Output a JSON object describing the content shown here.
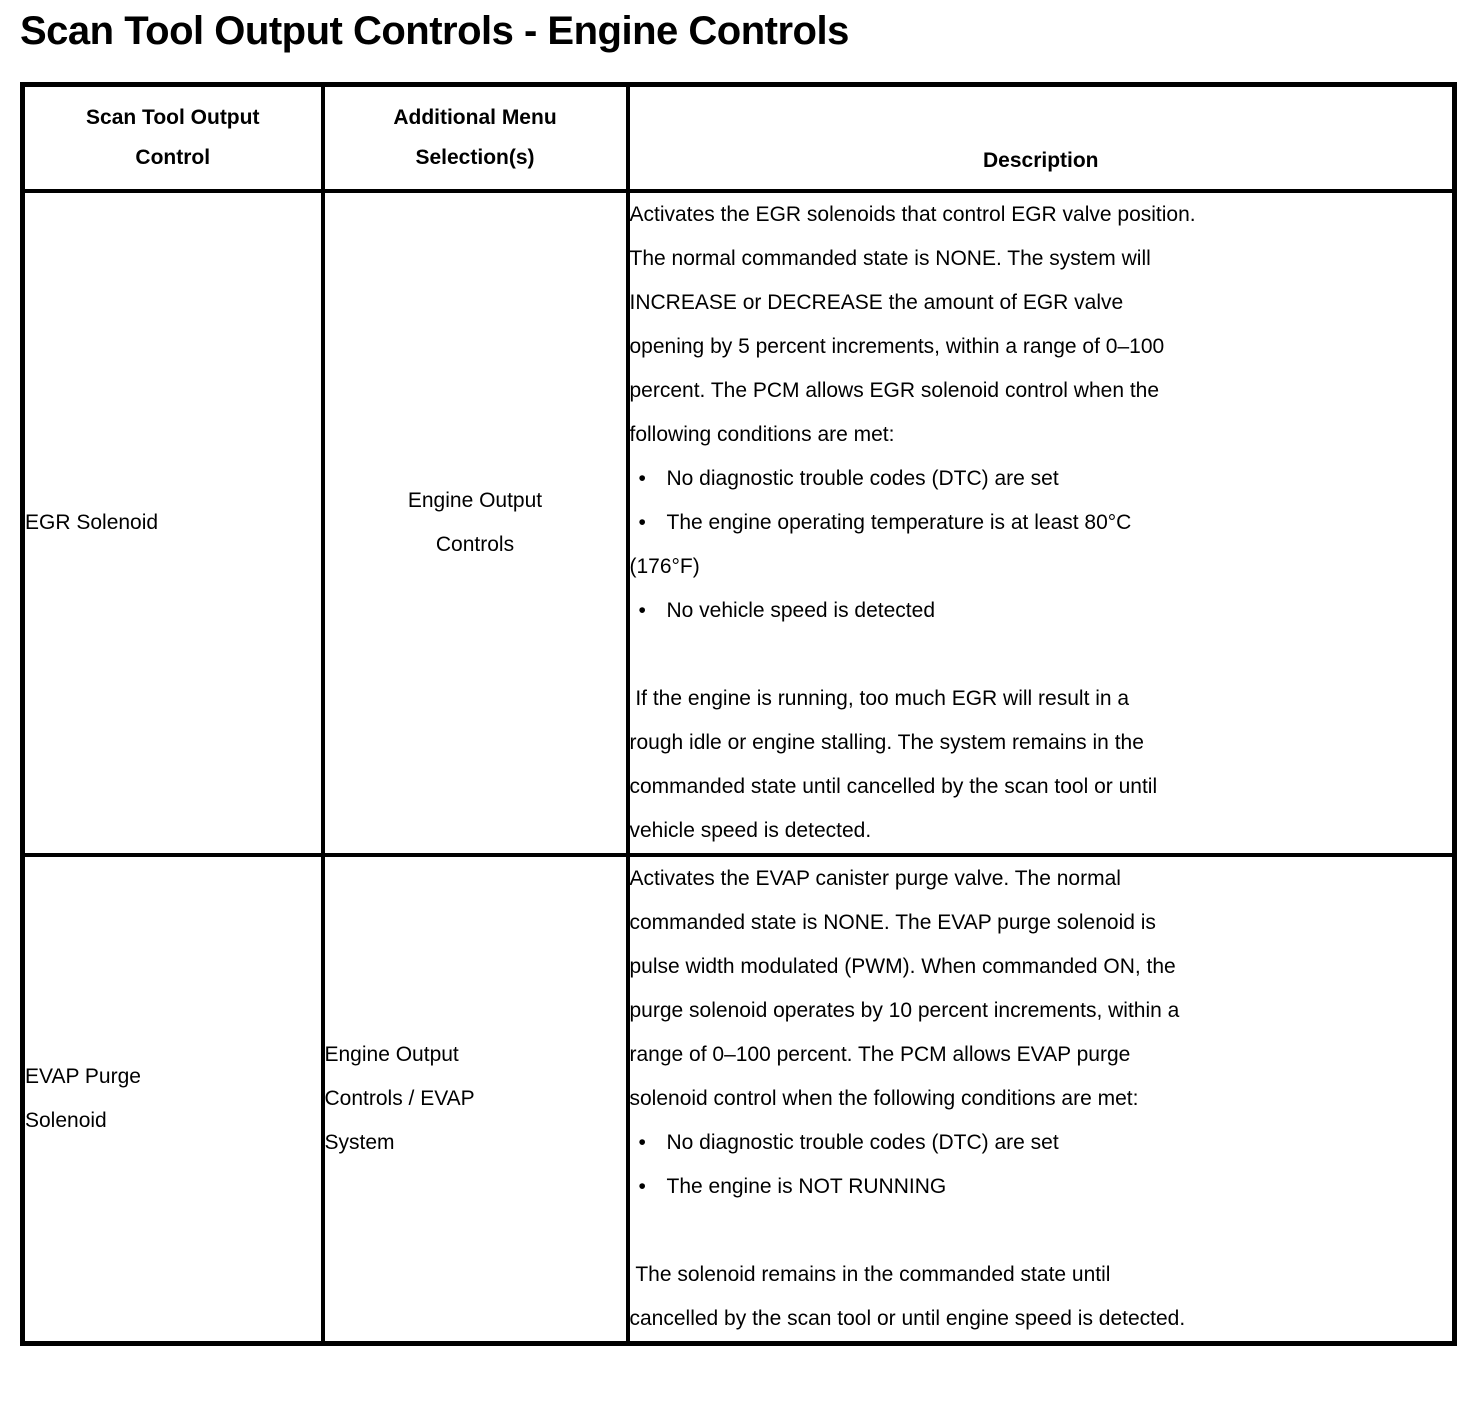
{
  "page_title": "Scan Tool Output Controls - Engine Controls",
  "colors": {
    "text": "#000000",
    "border": "#000000",
    "background": "#ffffff"
  },
  "glyphs": {
    "bullet": "•"
  },
  "table": {
    "headers": [
      "Scan Tool Output\nControl",
      "Additional Menu\nSelection(s)",
      "Description"
    ],
    "rows": [
      {
        "control": "EGR Solenoid",
        "menu": "Engine Output\nControls",
        "menu_align": "center",
        "description": [
          {
            "type": "p",
            "text": "Activates the EGR solenoids that control EGR valve position.\nThe normal commanded state is NONE. The system will\nINCREASE or DECREASE the amount of EGR valve\nopening by 5 percent increments, within a range of 0–100\npercent. The PCM allows EGR solenoid control when the\nfollowing conditions are met:"
          },
          {
            "type": "bullet",
            "text": "No diagnostic trouble codes (DTC) are set"
          },
          {
            "type": "bullet",
            "text": "The engine operating temperature is at least 80°C",
            "cont": "(176°F)"
          },
          {
            "type": "bullet",
            "text": "No vehicle speed is detected"
          },
          {
            "type": "spacer"
          },
          {
            "type": "p",
            "text": " If the engine is running, too much EGR will result in a\nrough idle or engine stalling. The system remains in the\ncommanded state until cancelled by the scan tool or until\nvehicle speed is detected."
          }
        ]
      },
      {
        "control": "EVAP Purge\nSolenoid",
        "menu": "Engine Output\nControls / EVAP\nSystem",
        "menu_align": "left",
        "description": [
          {
            "type": "p",
            "text": "Activates the EVAP canister purge valve. The normal\ncommanded state is NONE. The EVAP purge solenoid is\npulse width modulated (PWM). When commanded ON, the\npurge solenoid operates by 10 percent increments, within a\nrange of 0–100 percent. The PCM allows EVAP purge\nsolenoid control when the following conditions are met:"
          },
          {
            "type": "bullet",
            "text": "No diagnostic trouble codes (DTC) are set"
          },
          {
            "type": "bullet",
            "text": "The engine is NOT RUNNING"
          },
          {
            "type": "spacer"
          },
          {
            "type": "p",
            "text": " The solenoid remains in the commanded state until\ncancelled by the scan tool or until engine speed is detected."
          }
        ]
      }
    ]
  }
}
